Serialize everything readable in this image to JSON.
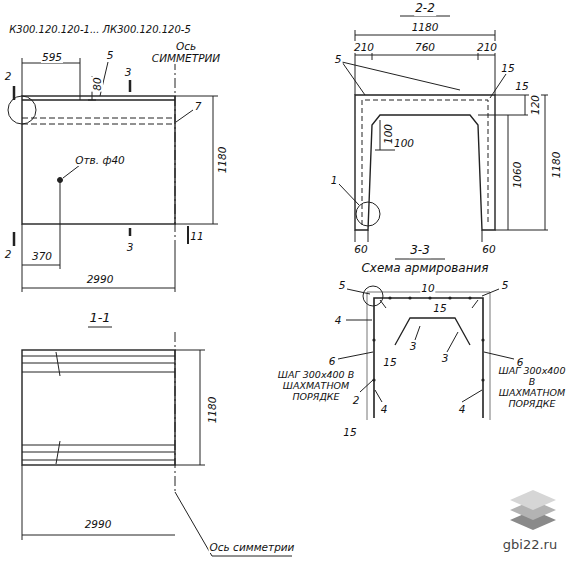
{
  "diagram": {
    "labels": [
      "К300.120.120-1... ЛК300.120.120-5",
      "595",
      "5",
      "80",
      "3",
      "Ось СИММЕТРИИ",
      "2",
      "7",
      "Отв. ф40",
      "1180",
      "2",
      "370",
      "3",
      "11",
      "2990",
      "1-1",
      "1180",
      "2990",
      "Ось симметрии",
      "2-2",
      "1180",
      "210",
      "760",
      "210",
      "5",
      "15",
      "15",
      "120",
      "1180",
      "1060",
      "100",
      "100",
      "1",
      "60",
      "60",
      "3-3",
      "Схема армирования",
      "5",
      "5",
      "10",
      "4",
      "15",
      "3",
      "3",
      "6",
      "ШАГ 300х400 В ШАХМАТНОМ ПОРЯДКЕ",
      "15",
      "2",
      "4",
      "4",
      "6",
      "ШАГ 300х400 В ШАХМАТНОМ ПОРЯДКЕ",
      "15",
      "gbi22.ru"
    ]
  }
}
